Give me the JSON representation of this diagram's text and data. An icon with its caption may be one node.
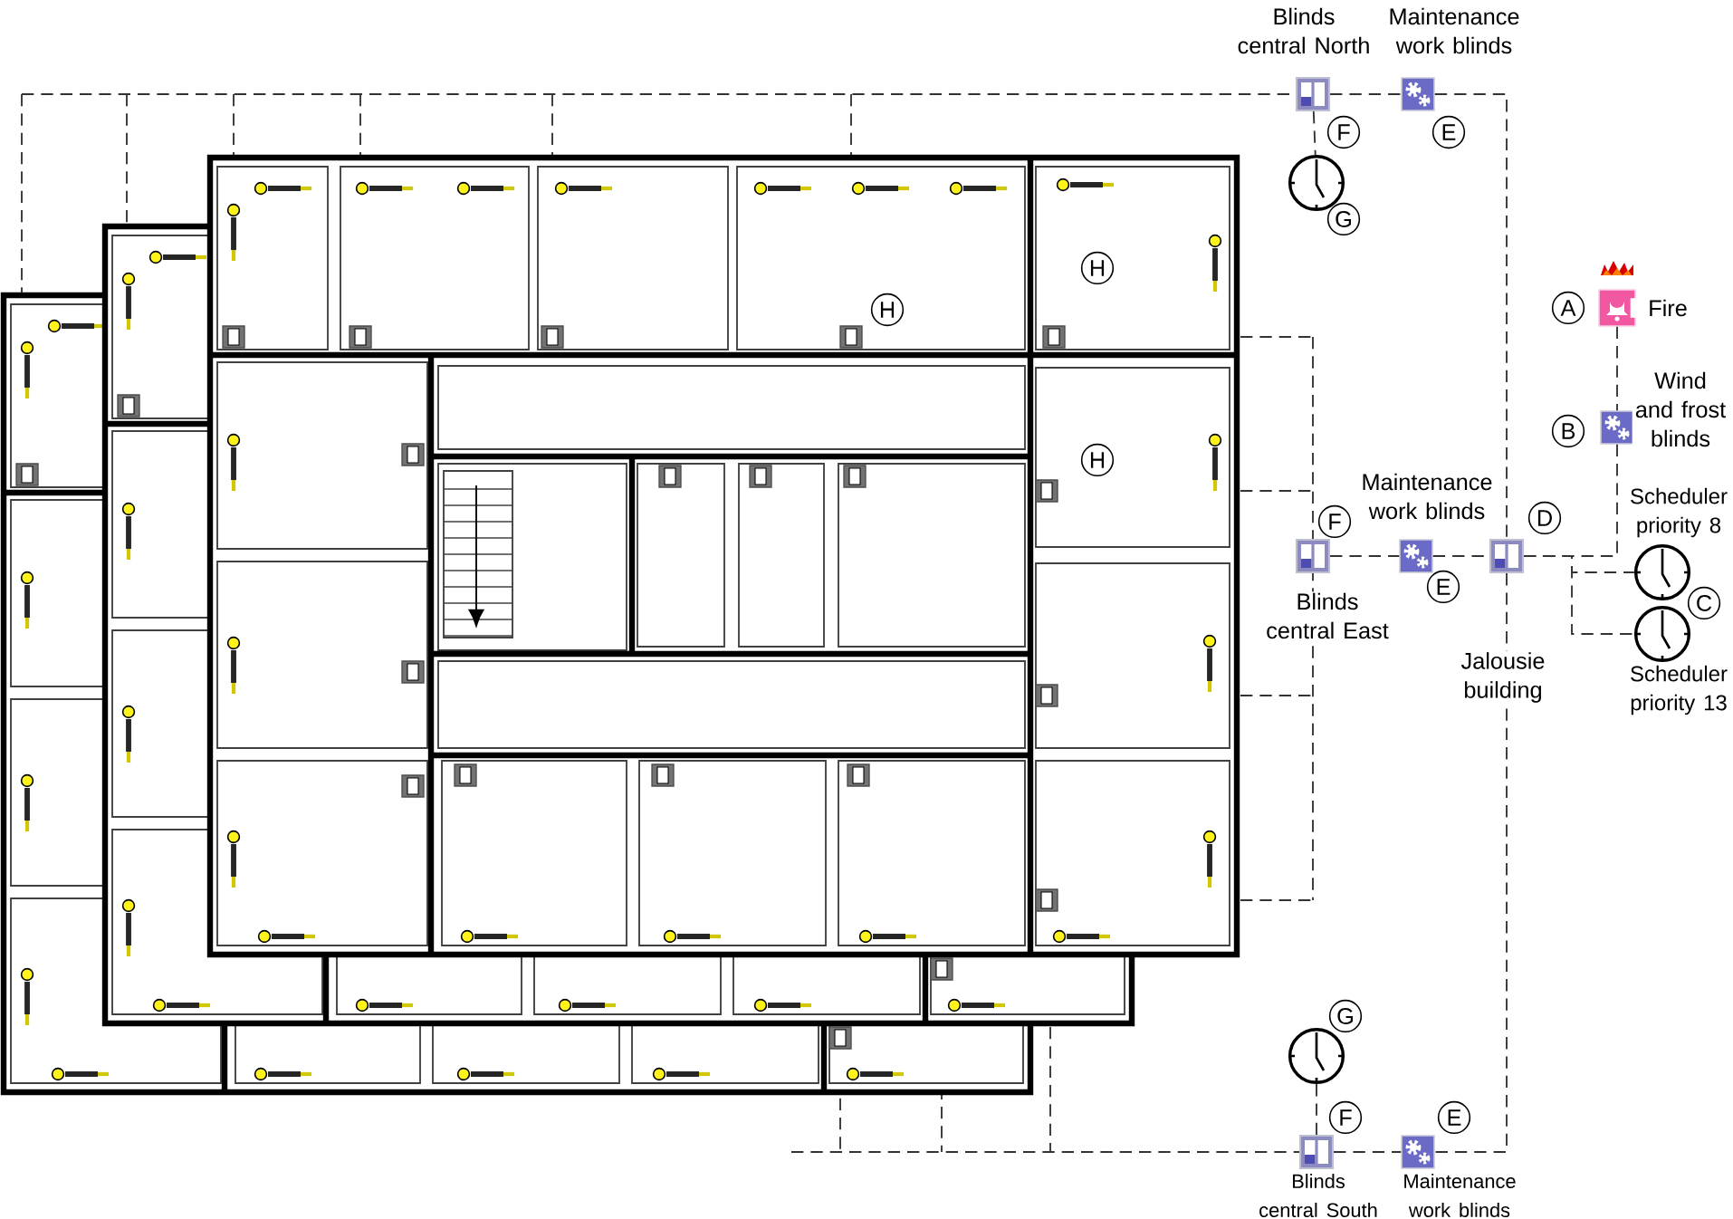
{
  "diagram": {
    "nodes": [
      {
        "text": [
          "Blinds central North"
        ],
        "beside": [
          "F"
        ]
      },
      {
        "text": [
          "Maintenance work blinds"
        ],
        "beside": [
          "E"
        ]
      },
      {
        "text": [],
        "shape": "circle",
        "beside": [
          "G"
        ]
      },
      {
        "text": [
          "Fire"
        ],
        "beside": [
          "A"
        ]
      },
      {
        "text": [
          "Wind and frost blinds"
        ],
        "beside": [
          "B"
        ]
      },
      {
        "text": [
          "Maintenance work blinds"
        ],
        "beside": [
          "E"
        ]
      },
      {
        "text": [
          "Blinds central East"
        ],
        "beside": [
          "F"
        ]
      },
      {
        "text": [
          "Jalousie building"
        ],
        "beside": [
          "D"
        ]
      },
      {
        "text": [
          "Scheduler priority 8"
        ],
        "beside": [
          "C"
        ]
      },
      {
        "text": [
          "Scheduler priority 13"
        ]
      },
      {
        "text": [],
        "shape": "circle",
        "beside": [
          "G"
        ]
      },
      {
        "text": [
          "Blinds central South"
        ],
        "beside": [
          "F"
        ]
      },
      {
        "text": [
          "Maintenance work blinds"
        ],
        "beside": [
          "E"
        ]
      }
    ],
    "edges": [
      {
        "from": 0,
        "to": 1,
        "arrow": "none"
      },
      {
        "from": 1,
        "to": 7,
        "arrow": "none"
      },
      {
        "from": 7,
        "to": 12,
        "arrow": "none"
      },
      {
        "from": 0,
        "to": 2,
        "arrow": "none"
      },
      {
        "from": 3,
        "to": 4,
        "arrow": "none"
      },
      {
        "from": 4,
        "to": 7,
        "arrow": "none"
      },
      {
        "from": 7,
        "to": 8,
        "arrow": "none"
      },
      {
        "from": 7,
        "to": 9,
        "arrow": "none"
      },
      {
        "from": 6,
        "to": 5,
        "arrow": "none"
      },
      {
        "from": 5,
        "to": 7,
        "arrow": "none"
      },
      {
        "from": 11,
        "to": 12,
        "arrow": "none"
      },
      {
        "from": 10,
        "to": 11,
        "arrow": "none"
      }
    ],
    "labels": [
      "H",
      "H",
      "H"
    ]
  }
}
